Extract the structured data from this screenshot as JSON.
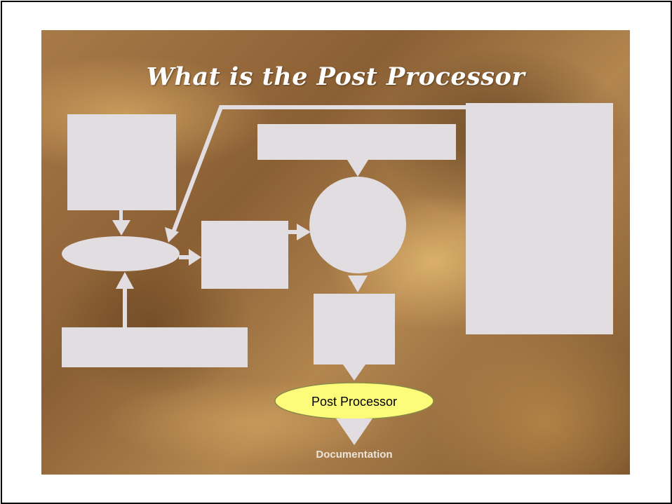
{
  "slide": {
    "title": "What is the Post Processor"
  },
  "diagram": {
    "post_processor_label": "Post Processor",
    "documentation_label": "Documentation",
    "colors": {
      "shape_fill": "#e2dde1",
      "post_processor_fill": "#fdfb7a",
      "post_processor_stroke": "#8a8a4a",
      "documentation_text": "#ece4da"
    }
  }
}
